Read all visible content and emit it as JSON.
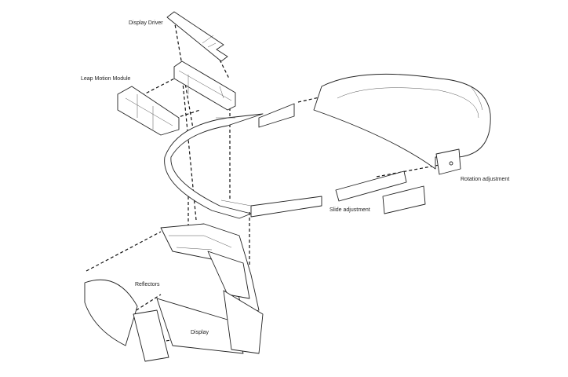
{
  "labels": {
    "display_driver": "Display Driver",
    "leap_motion": "Leap Motion Module",
    "rotation": "Rotation adjustment",
    "slide": "Slide adjustment",
    "reflectors": "Reflectors",
    "display": "Display"
  },
  "colors": {
    "line": "#222222",
    "background": "#ffffff"
  }
}
